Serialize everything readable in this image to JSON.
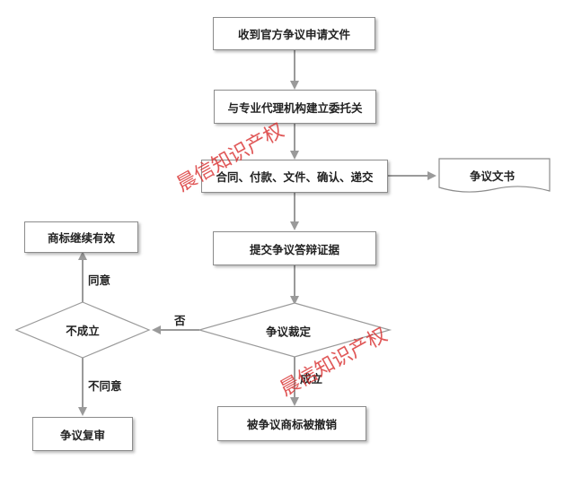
{
  "nodes": {
    "receive_docs": "收到官方争议申请文件",
    "delegate_agency": "与专业代理机构建立委托关",
    "contract_steps": "合同、付款、文件、确认、递交",
    "dispute_doc": "争议文书",
    "submit_defense": "提交争议答辩证据",
    "dispute_ruling": "争议裁定",
    "not_established": "不成立",
    "trademark_continues": "商标继续有效",
    "dispute_review": "争议复审",
    "trademark_revoked": "被争议商标被撤销"
  },
  "edge_labels": {
    "no": "否",
    "agree": "同意",
    "disagree": "不同意",
    "established": "成立"
  },
  "watermark": {
    "text": "晨信知识产权",
    "color": "#d72828"
  },
  "colors": {
    "line": "#9a9a9a",
    "border": "#8c8c8c",
    "text": "#222222"
  }
}
